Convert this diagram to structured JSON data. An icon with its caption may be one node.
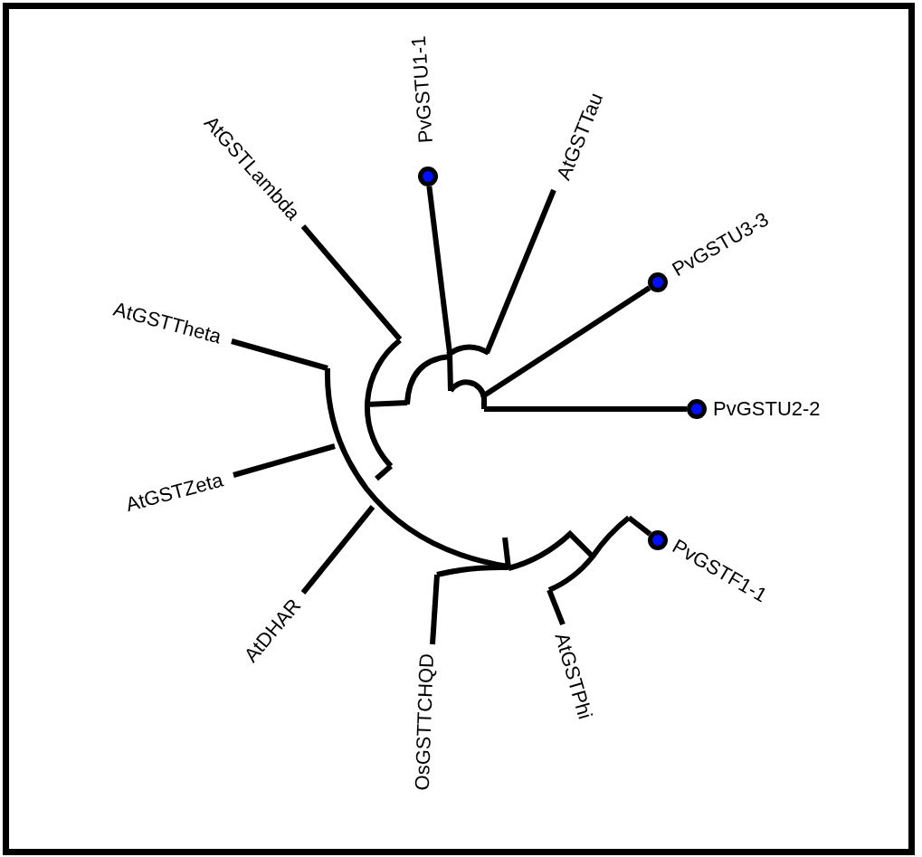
{
  "diagram": {
    "nodes": [
      {
        "text": [],
        "shape": "circle",
        "beside": [
          "PvGSTU1-1"
        ]
      },
      {
        "text": [
          "AtGSTTau"
        ]
      },
      {
        "text": [],
        "shape": "circle",
        "beside": [
          "PvGSTU3-3"
        ]
      },
      {
        "text": [],
        "shape": "circle",
        "beside": [
          "PvGSTU2-2"
        ]
      },
      {
        "text": [],
        "shape": "circle",
        "beside": [
          "PvGSTF1-1"
        ]
      },
      {
        "text": [
          "AtGSTPhi"
        ]
      },
      {
        "text": [
          "OsGSTTCHQD"
        ]
      },
      {
        "text": [
          "AtDHAR"
        ]
      },
      {
        "text": [
          "AtGSTZeta"
        ]
      },
      {
        "text": [
          "AtGSTTheta"
        ]
      },
      {
        "text": [
          "AtGSTLambda"
        ]
      },
      {
        "text": [],
        "shape": "tree"
      }
    ],
    "edges": [
      {
        "from": 11,
        "to": 0,
        "arrow": "none"
      },
      {
        "from": 11,
        "to": 1,
        "arrow": "none"
      },
      {
        "from": 11,
        "to": 2,
        "arrow": "none"
      },
      {
        "from": 11,
        "to": 3,
        "arrow": "none"
      },
      {
        "from": 11,
        "to": 4,
        "arrow": "none"
      },
      {
        "from": 11,
        "to": 5,
        "arrow": "none"
      },
      {
        "from": 11,
        "to": 6,
        "arrow": "none"
      },
      {
        "from": 11,
        "to": 7,
        "arrow": "none"
      },
      {
        "from": 11,
        "to": 8,
        "arrow": "none"
      },
      {
        "from": 11,
        "to": 9,
        "arrow": "none"
      },
      {
        "from": 11,
        "to": 10,
        "arrow": "none"
      }
    ]
  }
}
